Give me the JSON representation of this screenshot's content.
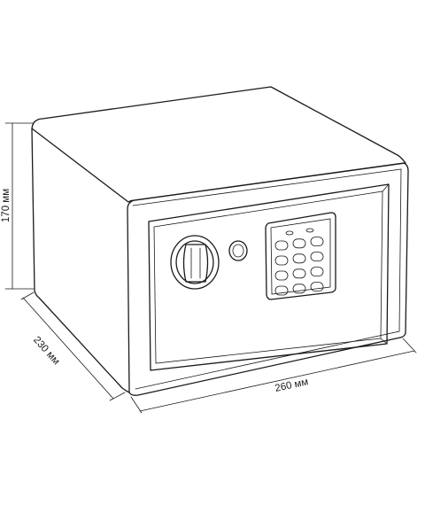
{
  "dimensions": {
    "height_label": "170 мм",
    "depth_label": "230 мм",
    "width_label": "260 мм"
  },
  "keypad": {
    "rows": 4,
    "cols": 3
  }
}
